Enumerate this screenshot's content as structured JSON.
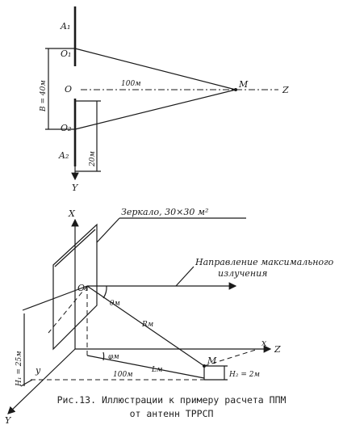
{
  "top": {
    "A1": "A₁",
    "O1": "O₁",
    "O": "O",
    "O2": "O₂",
    "A2": "A₂",
    "M": "M",
    "Z": "Z",
    "Y": "Y",
    "dist": "100м",
    "B": "B = 40м",
    "d20": "20м"
  },
  "bottom": {
    "X": "X",
    "O1": "O₁",
    "theta": "θм",
    "R": "Rм",
    "phi": "φм",
    "L": "Lм",
    "M": "M",
    "x": "x",
    "Z": "Z",
    "Y": "Y",
    "y": "y",
    "H1": "H₁ = 25м",
    "H2": "H₂ = 2м",
    "dist": "100м",
    "mirror": "Зеркало, 30×30 м²",
    "direction_line1": "Направление максимального",
    "direction_line2": "излучения"
  },
  "caption": {
    "line1": "Рис.13. Иллюстрации к примеру расчета ППМ",
    "line2": "от антенн ТРРСП"
  }
}
